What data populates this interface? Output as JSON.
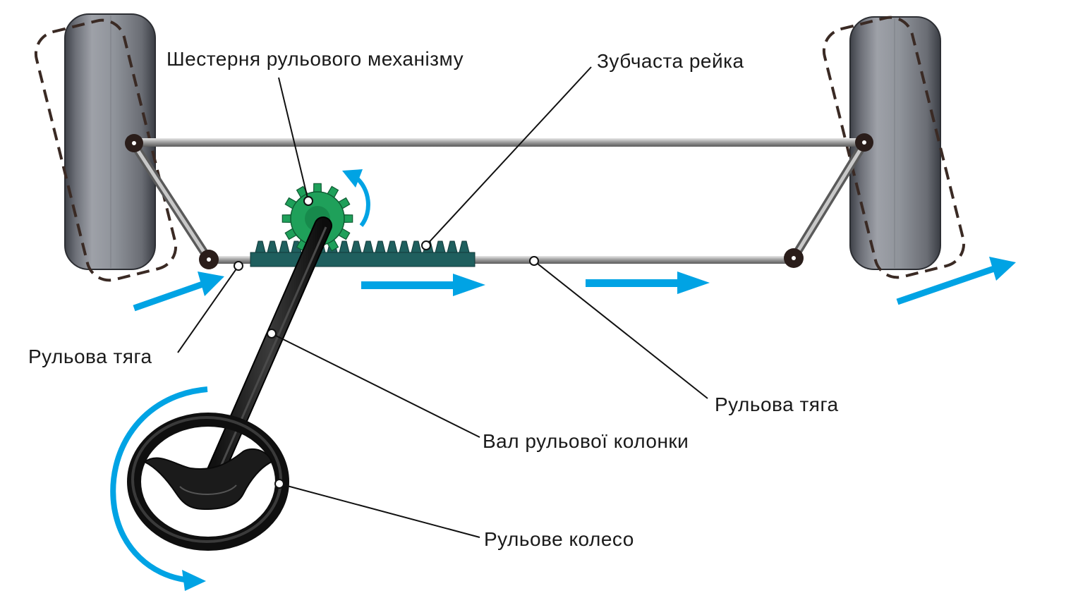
{
  "labels": {
    "pinion_gear": "Шестерня рульового механізму",
    "rack": "Зубчаста рейка",
    "tie_rod_left": "Рульова тяга",
    "tie_rod_right": "Рульова тяга",
    "steering_shaft": "Вал рульової колонки",
    "steering_wheel": "Рульове колесо"
  },
  "colors": {
    "arrow_blue": "#00a3e4",
    "gear_green": "#1fa05a",
    "rack_teal": "#1f5f5e",
    "tire_gray": "#8f939a",
    "tire_dark": "#3e4148",
    "rod_gray": "#b8b8b8",
    "dashed_outline": "#3a2a24",
    "ink": "#1a1a1a"
  },
  "icons": {
    "rotation_arrow_gear": "curved-arrow-icon",
    "rotation_arrow_wheel": "curved-arrow-icon",
    "motion_arrow": "straight-arrow-icon"
  }
}
